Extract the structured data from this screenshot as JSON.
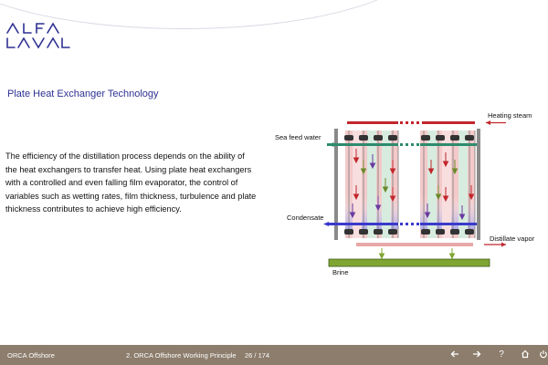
{
  "logo_text": "ALFA LAVAL",
  "slide": {
    "title": "Plate Heat Exchanger Technology",
    "body": "The efficiency of the distillation process depends on the ability of the heat exchangers to transfer heat. Using plate heat exchangers with a controlled and even falling film evaporator, the control of variables such as wetting rates, film thickness, turbulence and plate thickness contributes to achieve high efficiency."
  },
  "diagram": {
    "labels": {
      "heating_steam": "Heating steam",
      "sea_feed_water": "Sea feed water",
      "condensate": "Condensate",
      "distillate_vapor": "Distillate vapor",
      "brine": "Brine"
    }
  },
  "footer": {
    "app_name": "ORCA Offshore",
    "section": "2. ORCA Offshore Working Principle",
    "page": "26 / 174",
    "nav_icons": [
      "back-arrow-icon",
      "forward-arrow-icon",
      "help-icon",
      "home-icon",
      "power-icon"
    ],
    "help_glyph": "?"
  },
  "colors": {
    "footer_bg": "#8c7d6c",
    "title_blue": "#2e3192",
    "steam_red": "#c1272d",
    "feed_green": "#2e8b6e",
    "condensate_blue": "#3a3acc",
    "brine_green": "#7fa632",
    "vapor_pink": "#e8a8a8"
  }
}
